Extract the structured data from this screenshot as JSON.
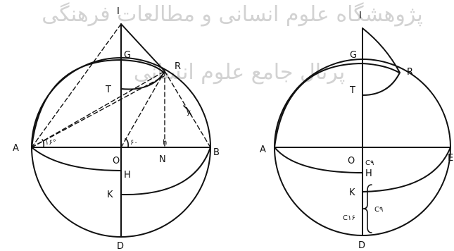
{
  "watermark": {
    "top": "پژوهشگاه علوم انسانی و مطالعات فرهنگی",
    "middle": "پرتال جامع علوم انسانی"
  },
  "left_figure": {
    "labels": {
      "I": "I",
      "G": "G",
      "R": "R",
      "T": "T",
      "A": "A",
      "O": "O",
      "B": "B",
      "N": "N",
      "H": "H",
      "K": "K",
      "D": "D",
      "h": "h",
      "y": "y",
      "angle_A": "۱۶°",
      "angle_O": "۶۰"
    }
  },
  "right_figure": {
    "labels": {
      "I": "I",
      "G": "G",
      "R": "R",
      "T": "T",
      "A": "A",
      "O": "O",
      "E": "E",
      "H": "H",
      "K": "K",
      "D": "D",
      "c_o": "C۹",
      "c_k": "C۹",
      "c_bottom": "C۱۶"
    }
  }
}
